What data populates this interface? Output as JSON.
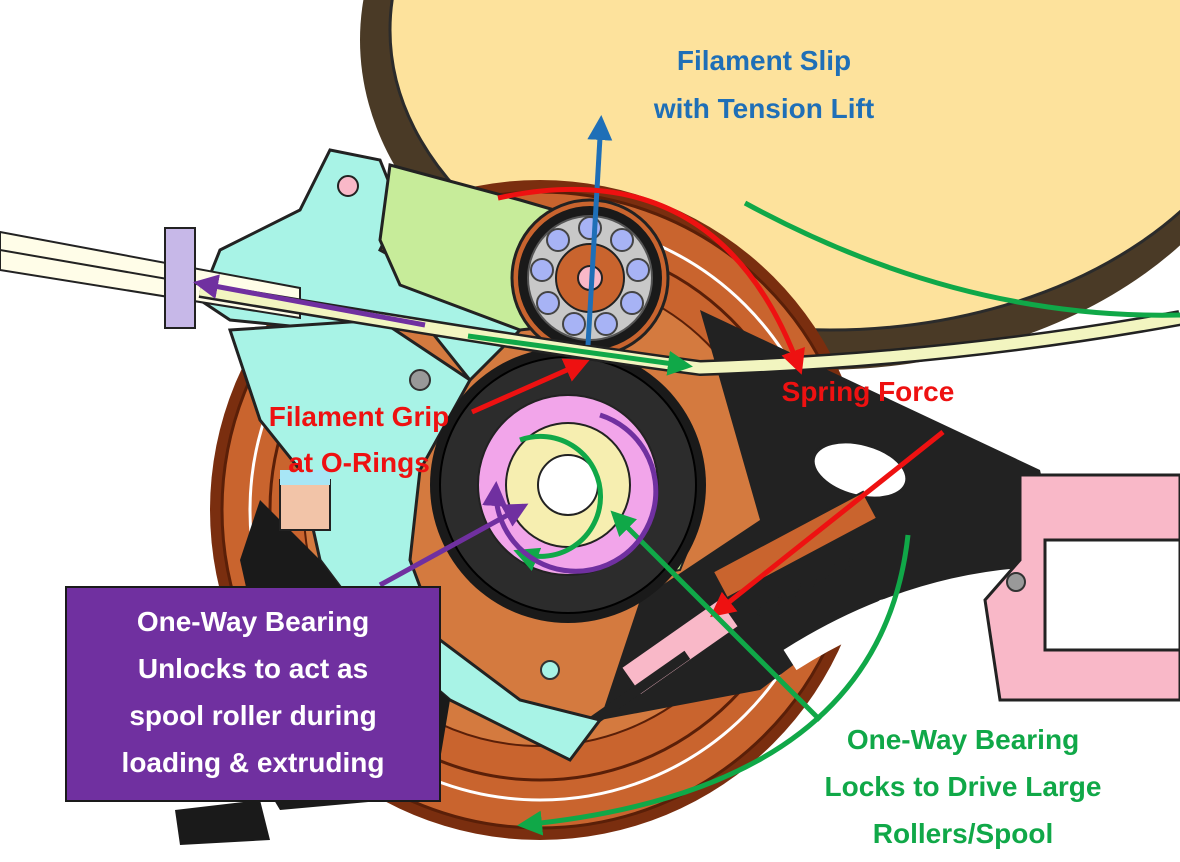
{
  "labels": {
    "filament_slip": [
      "Filament Slip",
      "with Tension Lift"
    ],
    "spring_force": "Spring Force",
    "filament_grip": [
      "Filament Grip",
      "at O-Rings"
    ],
    "unlocks": [
      "One-Way Bearing",
      "Unlocks to act as",
      "spool roller during",
      "loading & extruding"
    ],
    "locks": [
      "One-Way Bearing",
      "Locks to Drive Large",
      "Rollers/Spool"
    ]
  },
  "colors": {
    "slip_arrow": "#1f6fb7",
    "spring_arrow": "#ee1111",
    "drive_arrow": "#10a848",
    "unlock_arrow": "#7030a0",
    "spool_fill": "#fde29c",
    "frame_cyan": "#a8f3e6",
    "arm_green": "#c7ec9a",
    "wheel_copper": "#c9642e",
    "bracket_pink": "#f9b8c8",
    "oring_pink": "#f2a5ea",
    "hub_yellow": "#f6eeb0",
    "bearing_ball": "#a7b3f5"
  }
}
